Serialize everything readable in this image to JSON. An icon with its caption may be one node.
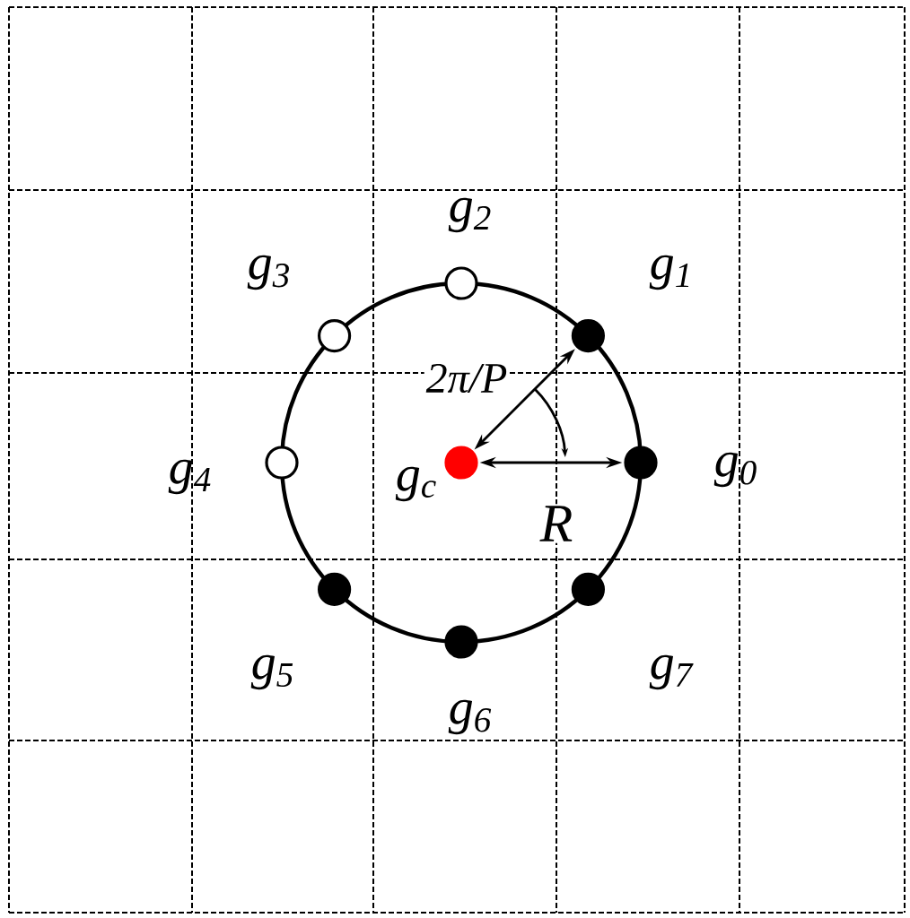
{
  "diagram": {
    "nodes": [
      {
        "text": [],
        "shape": "circle",
        "beside": [
          "g$_{0}$"
        ]
      },
      {
        "text": [],
        "shape": "circle",
        "beside": [
          "g$_{1}$"
        ]
      },
      {
        "text": [],
        "shape": "circle",
        "beside": [
          "g$_{2}$"
        ]
      },
      {
        "text": [],
        "shape": "circle",
        "beside": [
          "g$_{3}$"
        ]
      },
      {
        "text": [],
        "shape": "circle",
        "beside": [
          "g$_{4}$"
        ]
      },
      {
        "text": [],
        "shape": "circle",
        "beside": [
          "g$_{5}$"
        ]
      },
      {
        "text": [],
        "shape": "circle",
        "beside": [
          "g$_{6}$"
        ]
      },
      {
        "text": [],
        "shape": "circle",
        "beside": [
          "g$_{7}$"
        ]
      },
      {
        "text": [],
        "shape": "circle",
        "beside": [
          "g$_{c}$"
        ]
      }
    ],
    "edges": [
      {
        "from": 8,
        "to": 0,
        "arrow": "both",
        "label": "R"
      },
      {
        "from": 8,
        "to": 1,
        "arrow": "both"
      }
    ],
    "labels": [
      "2π/P"
    ]
  }
}
